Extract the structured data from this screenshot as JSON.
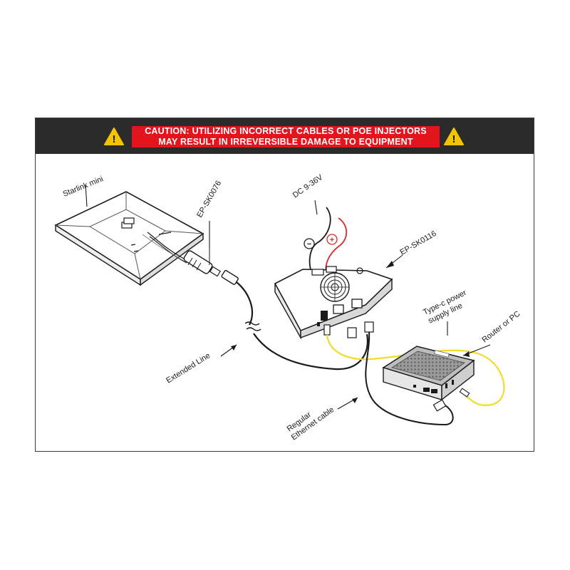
{
  "banner": {
    "caution_line1": "CAUTION: UTILIZING INCORRECT CABLES OR POE INJECTORS",
    "caution_line2": "MAY RESULT IN IRREVERSIBLE DAMAGE TO EQUIPMENT",
    "warning_symbol": "!"
  },
  "labels": {
    "starlink": "Starlink mini",
    "adapter": "EP-SK0076",
    "dc": "DC 9-36V",
    "device": "EP-SK0116",
    "typec_line1": "Type-c power",
    "typec_line2": "supply line",
    "router": "Router or PC",
    "extended": "Extended Line",
    "ethernet_line1": "Regular",
    "ethernet_line2": "Ethernet cable"
  },
  "polarity": {
    "negative": "−",
    "positive": "+"
  },
  "colors": {
    "banner_bg": "#2b2b2b",
    "caution_bg": "#e3141b",
    "warning_yellow": "#f5c400",
    "power_line_red": "#d42a2a",
    "typec_cable": "#f0dc2a"
  }
}
